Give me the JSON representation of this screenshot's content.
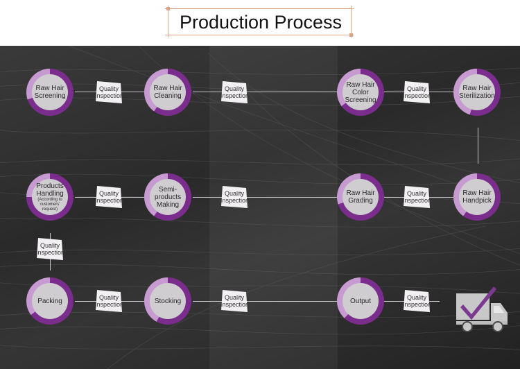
{
  "title": "Production Process",
  "qi_label": "Quality Inspection",
  "colors": {
    "ring_dark": "#7a2d8c",
    "ring_light": "#c79bd2",
    "node_fill": "#cfcdd0",
    "qi_fill": "#f2f0f2",
    "truck": "#c8c8c8",
    "check": "#7b3a90"
  },
  "steps": {
    "raw_hair_screening": [
      "Raw Hair",
      "Screening"
    ],
    "raw_hair_cleaning": [
      "Raw Hair",
      "Cleaning"
    ],
    "raw_hair_color_screening": [
      "Raw Hair",
      "Color",
      "Screening"
    ],
    "raw_hair_sterilization": [
      "Raw Hair",
      "Sterilization"
    ],
    "products_handling": [
      "Products",
      "Handling"
    ],
    "products_handling_note": [
      "(According to",
      "customers'",
      "request)"
    ],
    "semi_products_making": [
      "Semi-products",
      "Making"
    ],
    "raw_hair_grading": [
      "Raw Hair",
      "Grading"
    ],
    "raw_hair_handpick": [
      "Raw Hair",
      "Handpick"
    ],
    "packing": [
      "Packing"
    ],
    "stocking": [
      "Stocking"
    ],
    "output": [
      "Output"
    ]
  }
}
